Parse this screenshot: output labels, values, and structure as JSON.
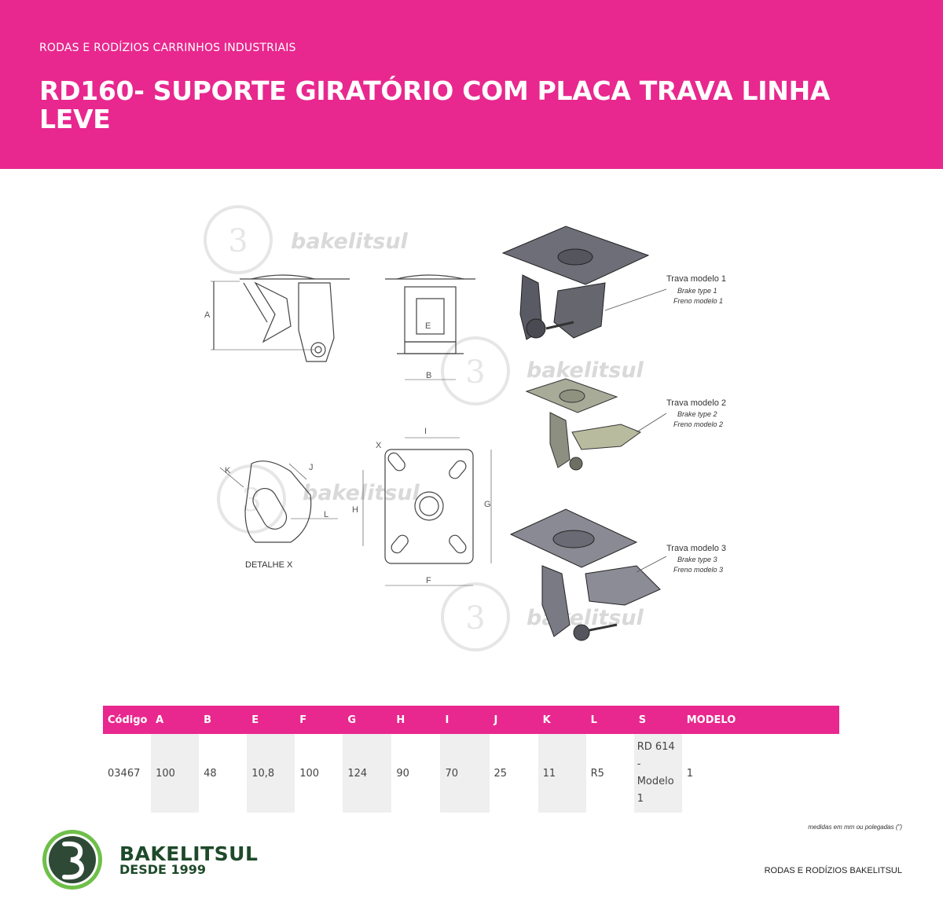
{
  "header": {
    "subtitle": "RODAS E RODÍZIOS CARRINHOS INDUSTRIAIS",
    "title": "RD160- SUPORTE GIRATÓRIO COM PLACA TRAVA LINHA LEVE"
  },
  "colors": {
    "accent": "#e8288e",
    "brand_green": "#1e4a2a",
    "logo_ring": "#6fbf4a"
  },
  "drawing": {
    "watermark": "bakelitsul",
    "detail_label": "DETALHE X",
    "dimension_letters": {
      "a": "A",
      "b": "B",
      "e": "E",
      "f": "F",
      "g": "G",
      "h": "H",
      "i": "I",
      "j": "J",
      "k": "K",
      "l": "L",
      "x": "X"
    },
    "brakes": [
      {
        "title": "Trava modelo 1",
        "en": "Brake type 1",
        "es": "Freno modelo 1"
      },
      {
        "title": "Trava modelo 2",
        "en": "Brake type 2",
        "es": "Freno modelo 2"
      },
      {
        "title": "Trava modelo 3",
        "en": "Brake type 3",
        "es": "Freno modelo 3"
      }
    ]
  },
  "table": {
    "headers": [
      "Código",
      "A",
      "B",
      "E",
      "F",
      "G",
      "H",
      "I",
      "J",
      "K",
      "L",
      "S",
      "MODELO"
    ],
    "rows": [
      [
        "03467",
        "100",
        "48",
        "10,8",
        "100",
        "124",
        "90",
        "70",
        "25",
        "11",
        "R5",
        "RD 614\n-\nModelo\n1",
        "1"
      ]
    ]
  },
  "note": "medidas em mm ou polegadas (\")",
  "footer": {
    "brand": "BAKELITSUL",
    "since": "DESDE 1999",
    "right_text": "RODAS E RODÍZIOS BAKELITSUL"
  }
}
